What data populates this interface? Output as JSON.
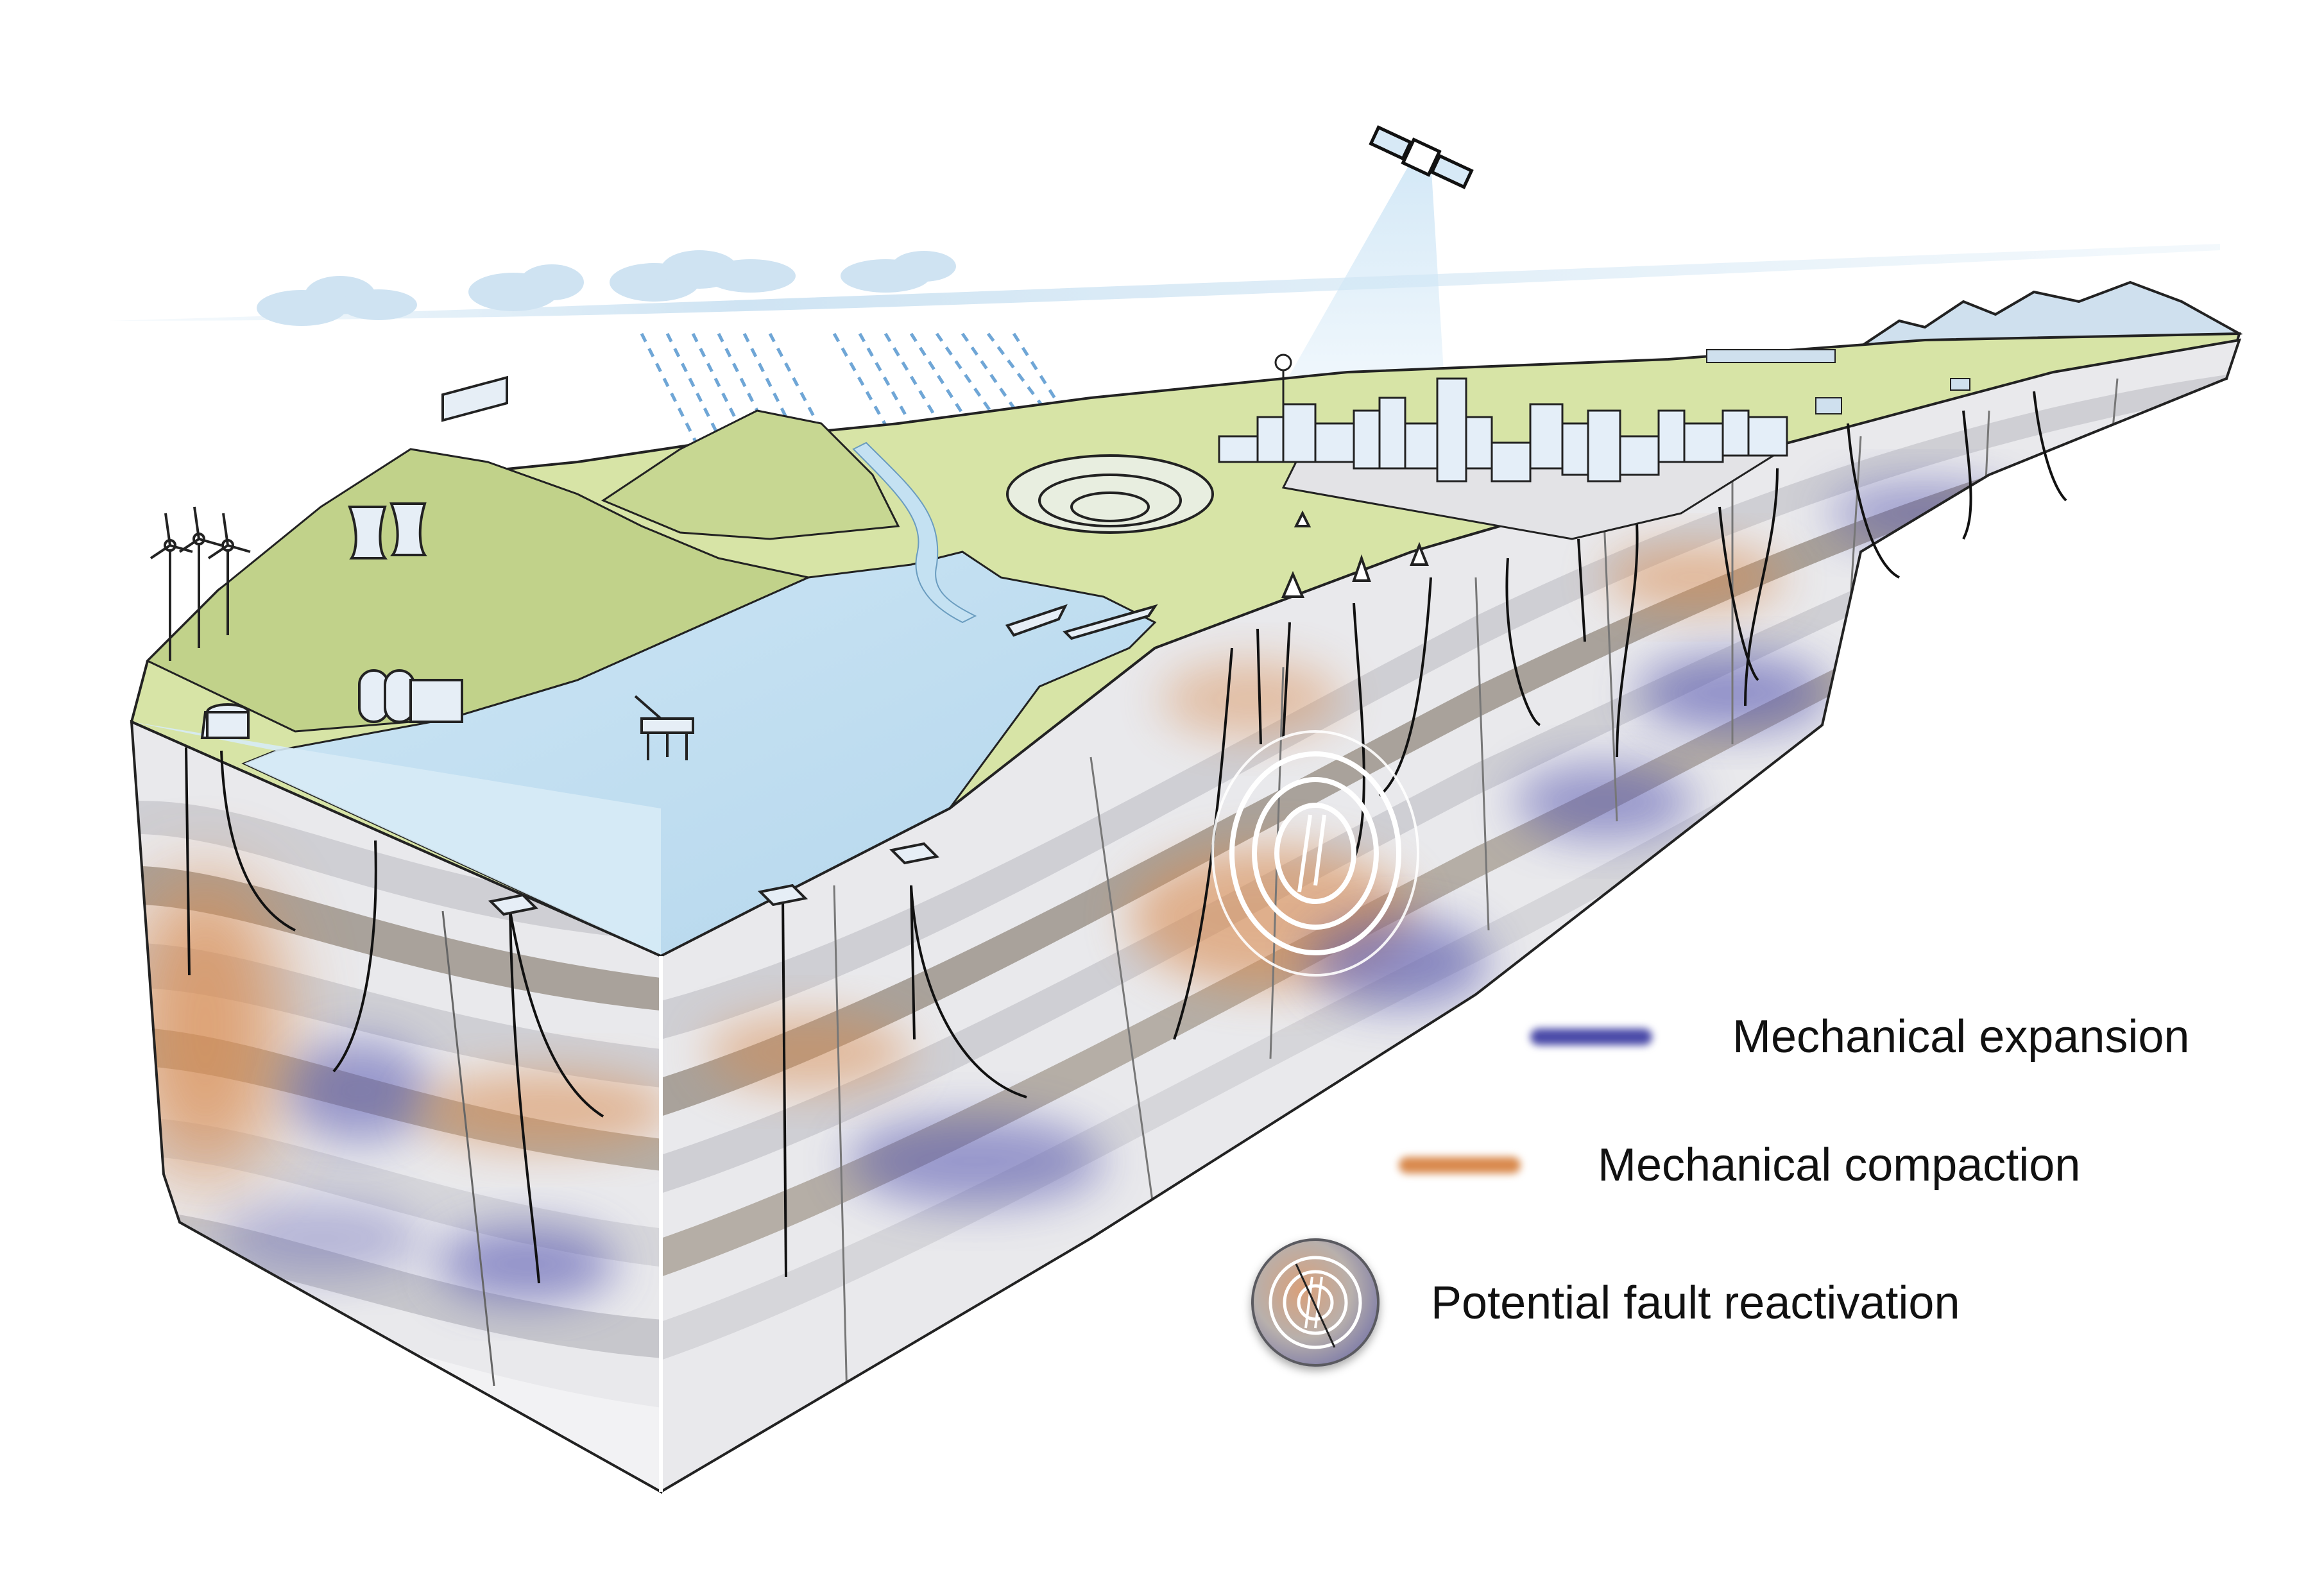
{
  "legend": {
    "items": [
      {
        "id": "expansion",
        "label": "Mechanical expansion",
        "color": "#4a4aa8"
      },
      {
        "id": "compaction",
        "label": "Mechanical compaction",
        "color": "#d98a4e"
      },
      {
        "id": "fault",
        "label": "Potential fault reactivation",
        "icon": "fault-reactivation-icon"
      }
    ]
  },
  "colors": {
    "land": "#d7e4a6",
    "hill": "#c3d48b",
    "water": "#c4e1f2",
    "sea_side": "#b7d6ea",
    "strata_light": "#ececef",
    "strata_mid": "#cfcfd4",
    "strata_dark": "#a8a09a",
    "expansion": "#5554b0",
    "compaction": "#d9894d",
    "sky_band": "#d8eaf6"
  },
  "icons": [
    "wind-turbine-icon",
    "power-plant-icon",
    "storage-tank-icon",
    "offshore-platform-icon",
    "city-icon",
    "open-pit-mine-icon",
    "satellite-icon",
    "rain-icon",
    "cloud-icon",
    "mountain-icon",
    "well-icon",
    "subsea-template-icon",
    "ship-icon"
  ]
}
